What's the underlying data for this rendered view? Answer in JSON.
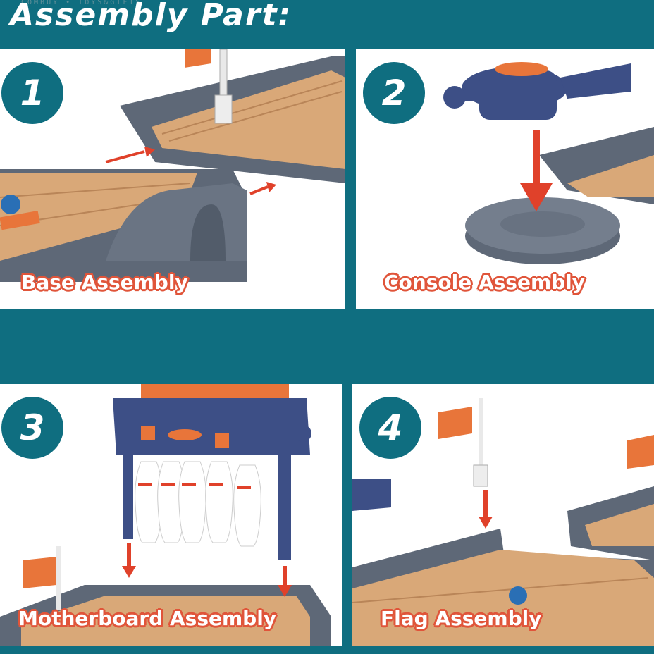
{
  "header": {
    "title": "Assembly Part:",
    "watermark": "COMBUY • TOYS&GIFTS"
  },
  "steps": [
    {
      "number": "1",
      "label": "Base Assembly"
    },
    {
      "number": "2",
      "label": "Console Assembly"
    },
    {
      "number": "3",
      "label": "Motherboard Assembly"
    },
    {
      "number": "4",
      "label": "Flag Assembly"
    }
  ],
  "colors": {
    "background": "#0f6e80",
    "panel": "#ffffff",
    "label_outline": "#e0553a",
    "arrow": "#e0412a",
    "track_wood": "#d9a878",
    "rail_gray": "#5e6877",
    "console_blue": "#3d4f86",
    "accent_orange": "#e8753a"
  },
  "icons": [
    "arrow-right-icon",
    "arrow-down-icon",
    "bowling-pin-icon",
    "flag-icon"
  ]
}
